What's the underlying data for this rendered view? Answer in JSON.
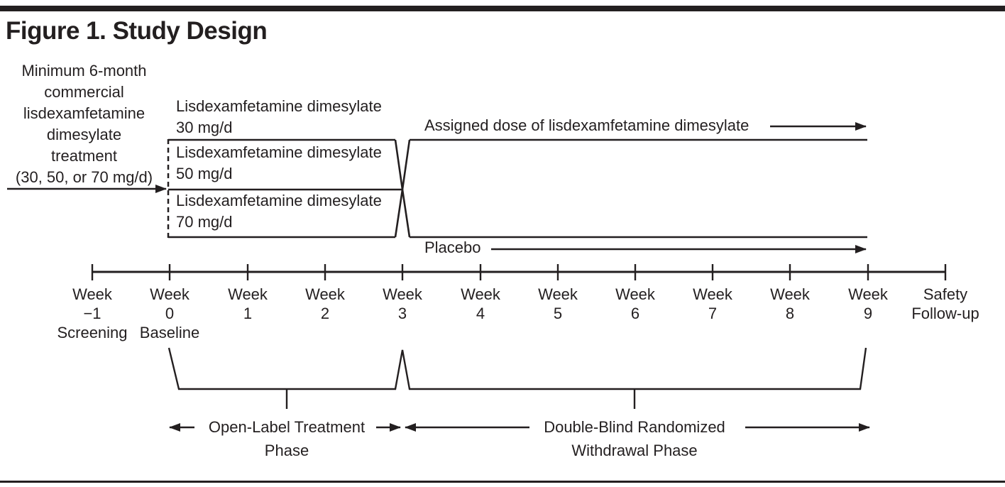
{
  "figure": {
    "title": "Figure 1. Study Design"
  },
  "pre_treatment_note": {
    "lines": [
      "Minimum 6-month",
      "commercial",
      "lisdexamfetamine",
      "dimesylate",
      "treatment",
      "(30, 50, or 70 mg/d)"
    ]
  },
  "open_label_arms": [
    {
      "drug": "Lisdexamfetamine dimesylate",
      "dose": "30 mg/d"
    },
    {
      "drug": "Lisdexamfetamine dimesylate",
      "dose": "50 mg/d"
    },
    {
      "drug": "Lisdexamfetamine dimesylate",
      "dose": "70 mg/d"
    }
  ],
  "randomized_arms": {
    "active": "Assigned dose of lisdexamfetamine dimesylate",
    "placebo": "Placebo"
  },
  "timeline": {
    "ticks": [
      {
        "line1": "Week",
        "line2": "−1",
        "line3": "Screening"
      },
      {
        "line1": "Week",
        "line2": "0",
        "line3": "Baseline"
      },
      {
        "line1": "Week",
        "line2": "1"
      },
      {
        "line1": "Week",
        "line2": "2"
      },
      {
        "line1": "Week",
        "line2": "3"
      },
      {
        "line1": "Week",
        "line2": "4"
      },
      {
        "line1": "Week",
        "line2": "5"
      },
      {
        "line1": "Week",
        "line2": "6"
      },
      {
        "line1": "Week",
        "line2": "7"
      },
      {
        "line1": "Week",
        "line2": "8"
      },
      {
        "line1": "Week",
        "line2": "9"
      },
      {
        "line1": "Safety",
        "line2": "Follow-up"
      }
    ]
  },
  "phases": {
    "open_label": {
      "line1": "Open-Label Treatment",
      "line2": "Phase"
    },
    "double_blind": {
      "line1": "Double-Blind Randomized",
      "line2": "Withdrawal Phase"
    }
  },
  "colors": {
    "ink": "#231f20",
    "background": "#ffffff"
  }
}
